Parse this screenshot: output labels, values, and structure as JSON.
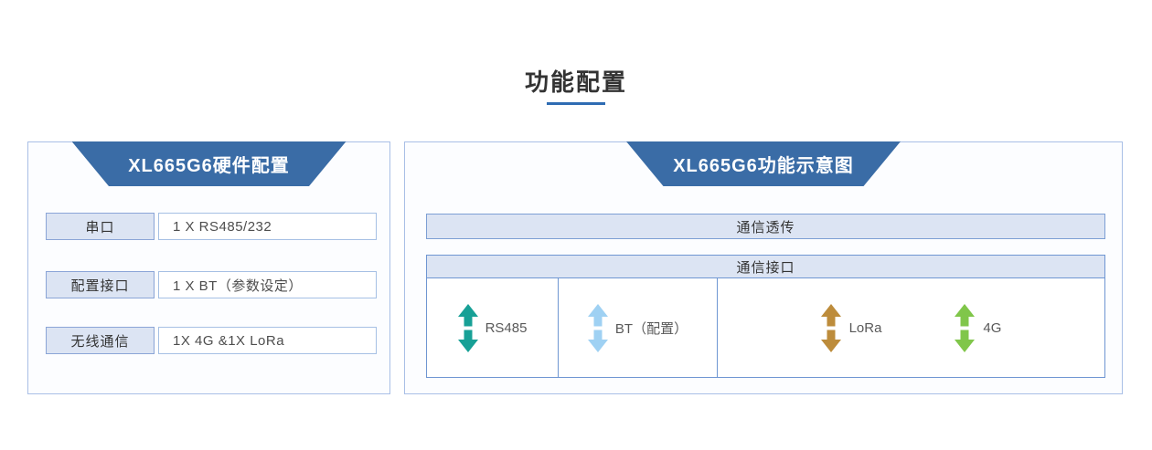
{
  "page": {
    "title": "功能配置"
  },
  "colors": {
    "header_blue": "#3a6ca6",
    "title_underline": "#2e6cb3",
    "panel_border": "#a9bfe6",
    "box_fill": "#dce4f3",
    "rs485_arrow": "#17a096",
    "bt_arrow": "#9fd1f3",
    "lora_arrow": "#bd8c3b",
    "g4_arrow": "#80c64a"
  },
  "hardware_panel": {
    "title": "XL665G6硬件配置",
    "rows": [
      {
        "label": "串口",
        "value": "1 X RS485/232"
      },
      {
        "label": "配置接口",
        "value": "1 X BT（参数设定）"
      },
      {
        "label": "无线通信",
        "value": "1X 4G &1X LoRa"
      }
    ]
  },
  "diagram_panel": {
    "title": "XL665G6功能示意图",
    "passthrough_bar": "通信透传",
    "interface_bar": "通信接口",
    "interfaces": [
      {
        "label": "RS485",
        "color": "#17a096",
        "icon": "double-arrow-vertical"
      },
      {
        "label": "BT（配置）",
        "color": "#9fd1f3",
        "icon": "double-arrow-vertical"
      },
      {
        "label": "LoRa",
        "color": "#bd8c3b",
        "icon": "double-arrow-vertical"
      },
      {
        "label": "4G",
        "color": "#80c64a",
        "icon": "double-arrow-vertical"
      }
    ]
  }
}
